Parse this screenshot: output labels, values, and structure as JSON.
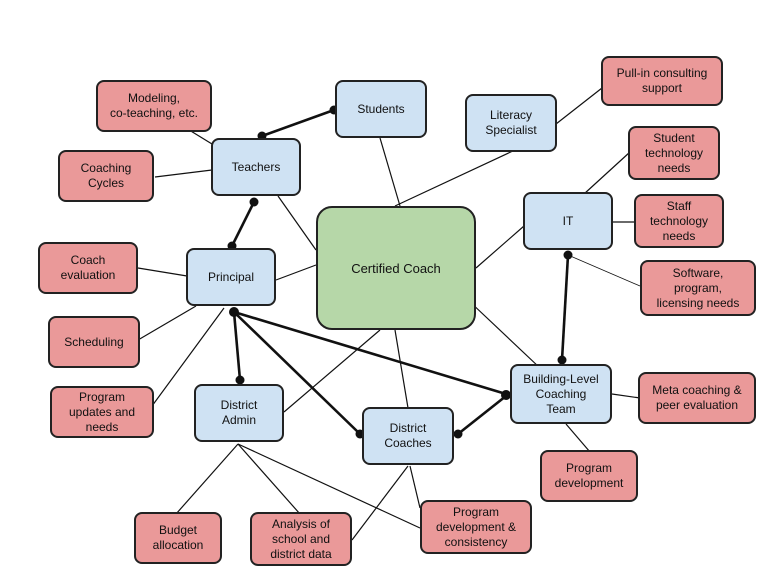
{
  "nodes": {
    "certified_coach": "Certified Coach",
    "students": "Students",
    "teachers": "Teachers",
    "principal": "Principal",
    "literacy_specialist": "Literacy\nSpecialist",
    "it": "IT",
    "building_team": "Building-Level\nCoaching\nTeam",
    "district_admin": "District\nAdmin",
    "district_coaches": "District\nCoaches",
    "modeling": "Modeling,\nco-teaching, etc.",
    "coaching_cycles": "Coaching\nCycles",
    "coach_evaluation": "Coach\nevaluation",
    "scheduling": "Scheduling",
    "program_updates": "Program\nupdates and\nneeds",
    "budget": "Budget\nallocation",
    "analysis": "Analysis of\nschool and\ndistrict data",
    "program_dev_consistency": "Program\ndevelopment &\nconsistency",
    "program_development": "Program\ndevelopment",
    "meta_coaching": "Meta coaching &\npeer evaluation",
    "pull_in": "Pull-in consulting\nsupport",
    "student_tech": "Student\ntechnology\nneeds",
    "staff_tech": "Staff\ntechnology\nneeds",
    "software": "Software,\nprogram,\nlicensing needs"
  },
  "colors": {
    "role_box": "#cfe2f3",
    "activity_box": "#ea9999",
    "center_box": "#b6d7a8",
    "line": "#111111"
  }
}
